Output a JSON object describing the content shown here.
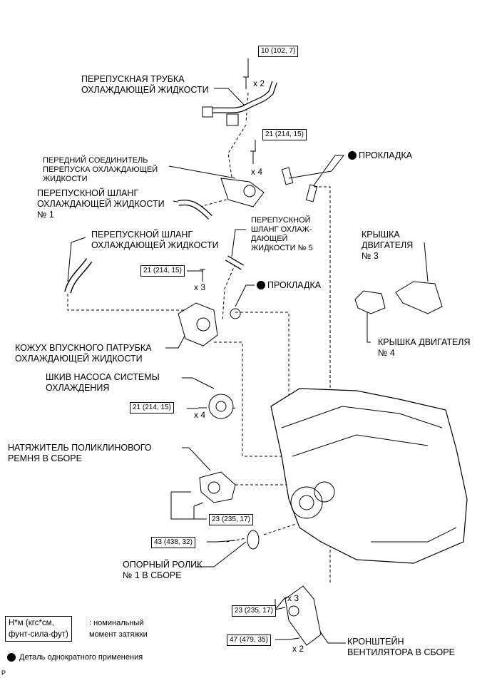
{
  "labels": {
    "bypass_pipe": "ПЕРЕПУСКНАЯ ТРУБКА\nОХЛАЖДАЮЩЕЙ ЖИДКОСТИ",
    "front_connector": "ПЕРЕДНИЙ СОЕДИНИТЕЛЬ\nПЕРЕПУСКА ОХЛАЖДАЮЩЕЙ\nЖИДКОСТИ",
    "bypass_hose_1": "ПЕРЕПУСКНОЙ ШЛАНГ\nОХЛАЖДАЮЩЕЙ ЖИДКОСТИ\n№ 1",
    "gasket_top": "ПРОКЛАДКА",
    "bypass_hose": "ПЕРЕПУСКНОЙ ШЛАНГ\nОХЛАЖДАЮЩЕЙ ЖИДКОСТИ",
    "bypass_hose_5": "ПЕРЕПУСКНОЙ\nШЛАНГ ОХЛАЖ-\nДАЮЩЕЙ\nЖИДКОСТИ № 5",
    "engine_cover_3": "КРЫШКА\nДВИГАТЕЛЯ\n№ 3",
    "gasket_mid": "ПРОКЛАДКА",
    "inlet_housing": "КОЖУХ ВПУСКНОГО ПАТРУБКА\nОХЛАЖДАЮЩЕЙ ЖИДКОСТИ",
    "engine_cover_4": "КРЫШКА ДВИГАТЕЛЯ\n№ 4",
    "pump_pulley": "ШКИВ НАСОСА СИСТЕМЫ\nОХЛАЖДЕНИЯ",
    "tensioner": "НАТЯЖИТЕЛЬ ПОЛИКЛИНОВОГО\nРЕМНЯ В СБОРЕ",
    "idler": "ОПОРНЫЙ РОЛИК\n№ 1 В СБОРЕ",
    "fan_bracket": "КРОНШТЕЙН\nВЕНТИЛЯТОРА В СБОРЕ"
  },
  "torques": {
    "t1": "10 (102, 7)",
    "t2": "21 (214, 15)",
    "t3": "21 (214, 15)",
    "t4": "21 (214, 15)",
    "t5": "23 (235, 17)",
    "t6": "43 (438, 32)",
    "t7": "23 (235, 17)",
    "t8": "47 (479, 35)"
  },
  "quantities": {
    "q1": "x 2",
    "q2": "x 4",
    "q3": "x 3",
    "q4": "x 4",
    "q5": "x 3",
    "q6": "x 2"
  },
  "legend": {
    "units": "Н*м (кгс*см,\nфунт-сила-фут)",
    "units_desc": ": номинальный\nмомент затяжки",
    "single_use": "Деталь однократного применения"
  },
  "corner_mark": "P"
}
